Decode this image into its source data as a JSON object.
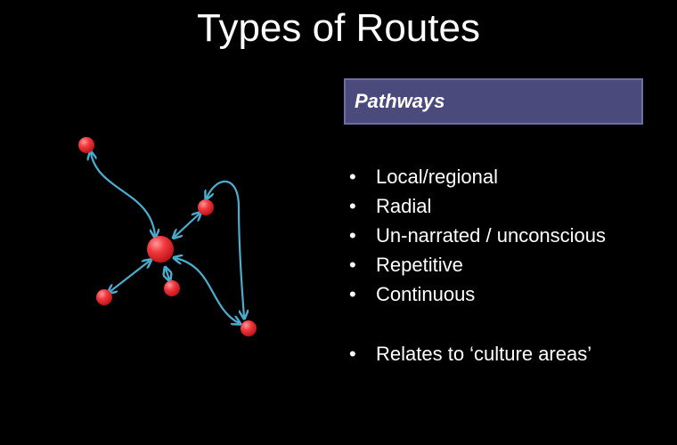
{
  "title": "Types of Routes",
  "header": {
    "label": "Pathways"
  },
  "bullets": [
    "Local/regional",
    "Radial",
    "Un-narrated / unconscious",
    "Repetitive",
    "Continuous"
  ],
  "extra_bullet": "Relates to ‘culture areas’",
  "colors": {
    "background": "#000000",
    "header_fill": "#4a4a7c",
    "node": "#e8262b",
    "arrow": "#4aaed0"
  }
}
